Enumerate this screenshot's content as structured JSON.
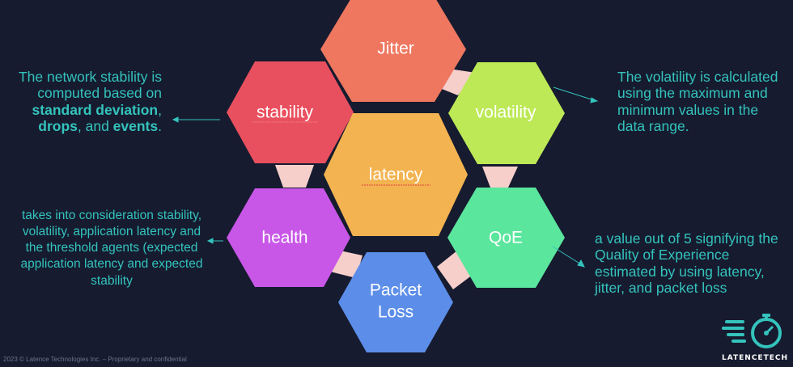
{
  "hexagons": [
    {
      "id": "jitter",
      "label": "Jitter",
      "color": "#ef7760"
    },
    {
      "id": "stability",
      "label": "stability",
      "color": "#e9505f"
    },
    {
      "id": "volatility",
      "label": "volatility",
      "color": "#bde957"
    },
    {
      "id": "latency",
      "label": "latency",
      "color": "#f3b350"
    },
    {
      "id": "health",
      "label": "health",
      "color": "#c856e6"
    },
    {
      "id": "qoe",
      "label": "QoE",
      "color": "#5be69d"
    },
    {
      "id": "packet_loss",
      "label_line1": "Packet",
      "label_line2": "Loss",
      "color": "#5c8ee9"
    }
  ],
  "connector_color": "#f6cfcb",
  "notes": {
    "stability": {
      "t1": "The network stability is computed based on ",
      "b1": "standard deviation",
      "t2": ", ",
      "b2": "drops",
      "t3": ", and ",
      "b3": "events",
      "t4": "."
    },
    "volatility": "The volatility is calculated using the maximum and minimum values in the data range.",
    "health": "takes into consideration stability, volatility, application latency and the threshold agents (expected application latency and expected stability",
    "qoe": "a value out of 5 signifying the Quality of Experience estimated by using latency, jitter, and packet loss"
  },
  "footer": "2023 © Latence Technologies Inc. – Proprietary and confidential",
  "logo_text": "LATENCETECH",
  "accent_color": "#34c3bc"
}
